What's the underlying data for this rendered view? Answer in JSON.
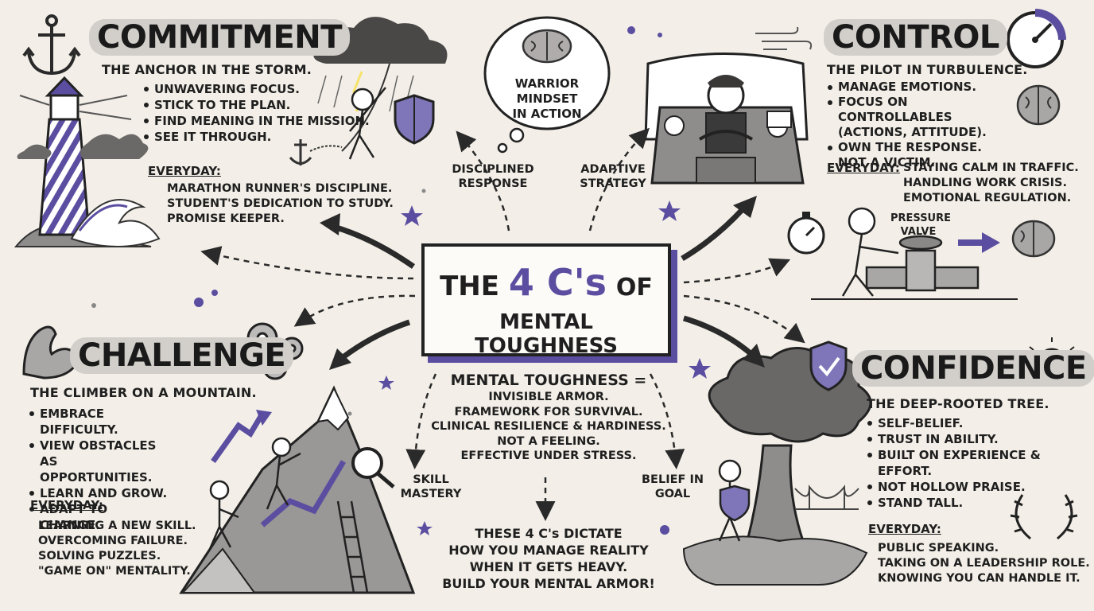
{
  "center": {
    "the": "THE",
    "four_cs": "4 C's",
    "of": "OF",
    "subtitle": "MENTAL TOUGHNESS"
  },
  "thought": "WARRIOR MINDSET IN ACTION",
  "connectors": {
    "disciplined": "DISCIPLINED RESPONSE",
    "adaptive": "ADAPTIVE STRATEGY",
    "skill": "SKILL MASTERY",
    "belief": "BELIEF IN GOAL",
    "pressure": "PRESSURE VALVE"
  },
  "definition": {
    "heading": "MENTAL TOUGHNESS =",
    "lines": [
      "INVISIBLE ARMOR.",
      "FRAMEWORK FOR SURVIVAL.",
      "CLINICAL RESILIENCE & HARDINESS.",
      "NOT A FEELING.",
      "EFFECTIVE UNDER STRESS."
    ]
  },
  "closing": [
    "THESE 4 C's DICTATE",
    "HOW YOU MANAGE REALITY",
    "WHEN IT GETS HEAVY.",
    "BUILD YOUR MENTAL ARMOR!"
  ],
  "commitment": {
    "title": "COMMITMENT",
    "subtitle": "THE ANCHOR IN THE STORM.",
    "points": [
      "UNWAVERING FOCUS.",
      "STICK TO THE PLAN.",
      "FIND MEANING IN THE MISSION.",
      "SEE IT THROUGH."
    ],
    "everyday_label": "EVERYDAY:",
    "everyday": [
      "MARATHON RUNNER'S DISCIPLINE.",
      "STUDENT'S DEDICATION TO STUDY.",
      "PROMISE KEEPER."
    ]
  },
  "control": {
    "title": "CONTROL",
    "subtitle": "THE PILOT IN TURBULENCE.",
    "points": [
      "MANAGE EMOTIONS.",
      "FOCUS ON CONTROLLABLES (ACTIONS, ATTITUDE).",
      "OWN THE RESPONSE. NOT A VICTIM."
    ],
    "everyday_label": "EVERYDAY:",
    "everyday": [
      "STAYING CALM IN TRAFFIC.",
      "HANDLING WORK CRISIS.",
      "EMOTIONAL REGULATION."
    ]
  },
  "challenge": {
    "title": "CHALLENGE",
    "subtitle": "THE CLIMBER ON A MOUNTAIN.",
    "points": [
      "EMBRACE DIFFICULTY.",
      "VIEW OBSTACLES AS OPPORTUNITIES.",
      "LEARN AND GROW.",
      "ADAPT TO CHANGE."
    ],
    "everyday_label": "EVERYDAY:",
    "everyday": [
      "LEARNING A NEW SKILL.",
      "OVERCOMING FAILURE.",
      "SOLVING PUZZLES.",
      "\"GAME ON\" MENTALITY."
    ]
  },
  "confidence": {
    "title": "CONFIDENCE",
    "subtitle": "THE DEEP-ROOTED TREE.",
    "points": [
      "SELF-BELIEF.",
      "TRUST IN ABILITY.",
      "BUILT ON EXPERIENCE & EFFORT.",
      "NOT HOLLOW PRAISE.",
      "STAND TALL."
    ],
    "everyday_label": "EVERYDAY:",
    "everyday": [
      "PUBLIC SPEAKING.",
      "TAKING ON A LEADERSHIP ROLE.",
      "KNOWING YOU CAN HANDLE IT."
    ]
  },
  "colors": {
    "accent": "#5b4ea0",
    "ink": "#1f1f1f",
    "paper": "#f3efe8",
    "title_bg": "#d2cfcb"
  }
}
